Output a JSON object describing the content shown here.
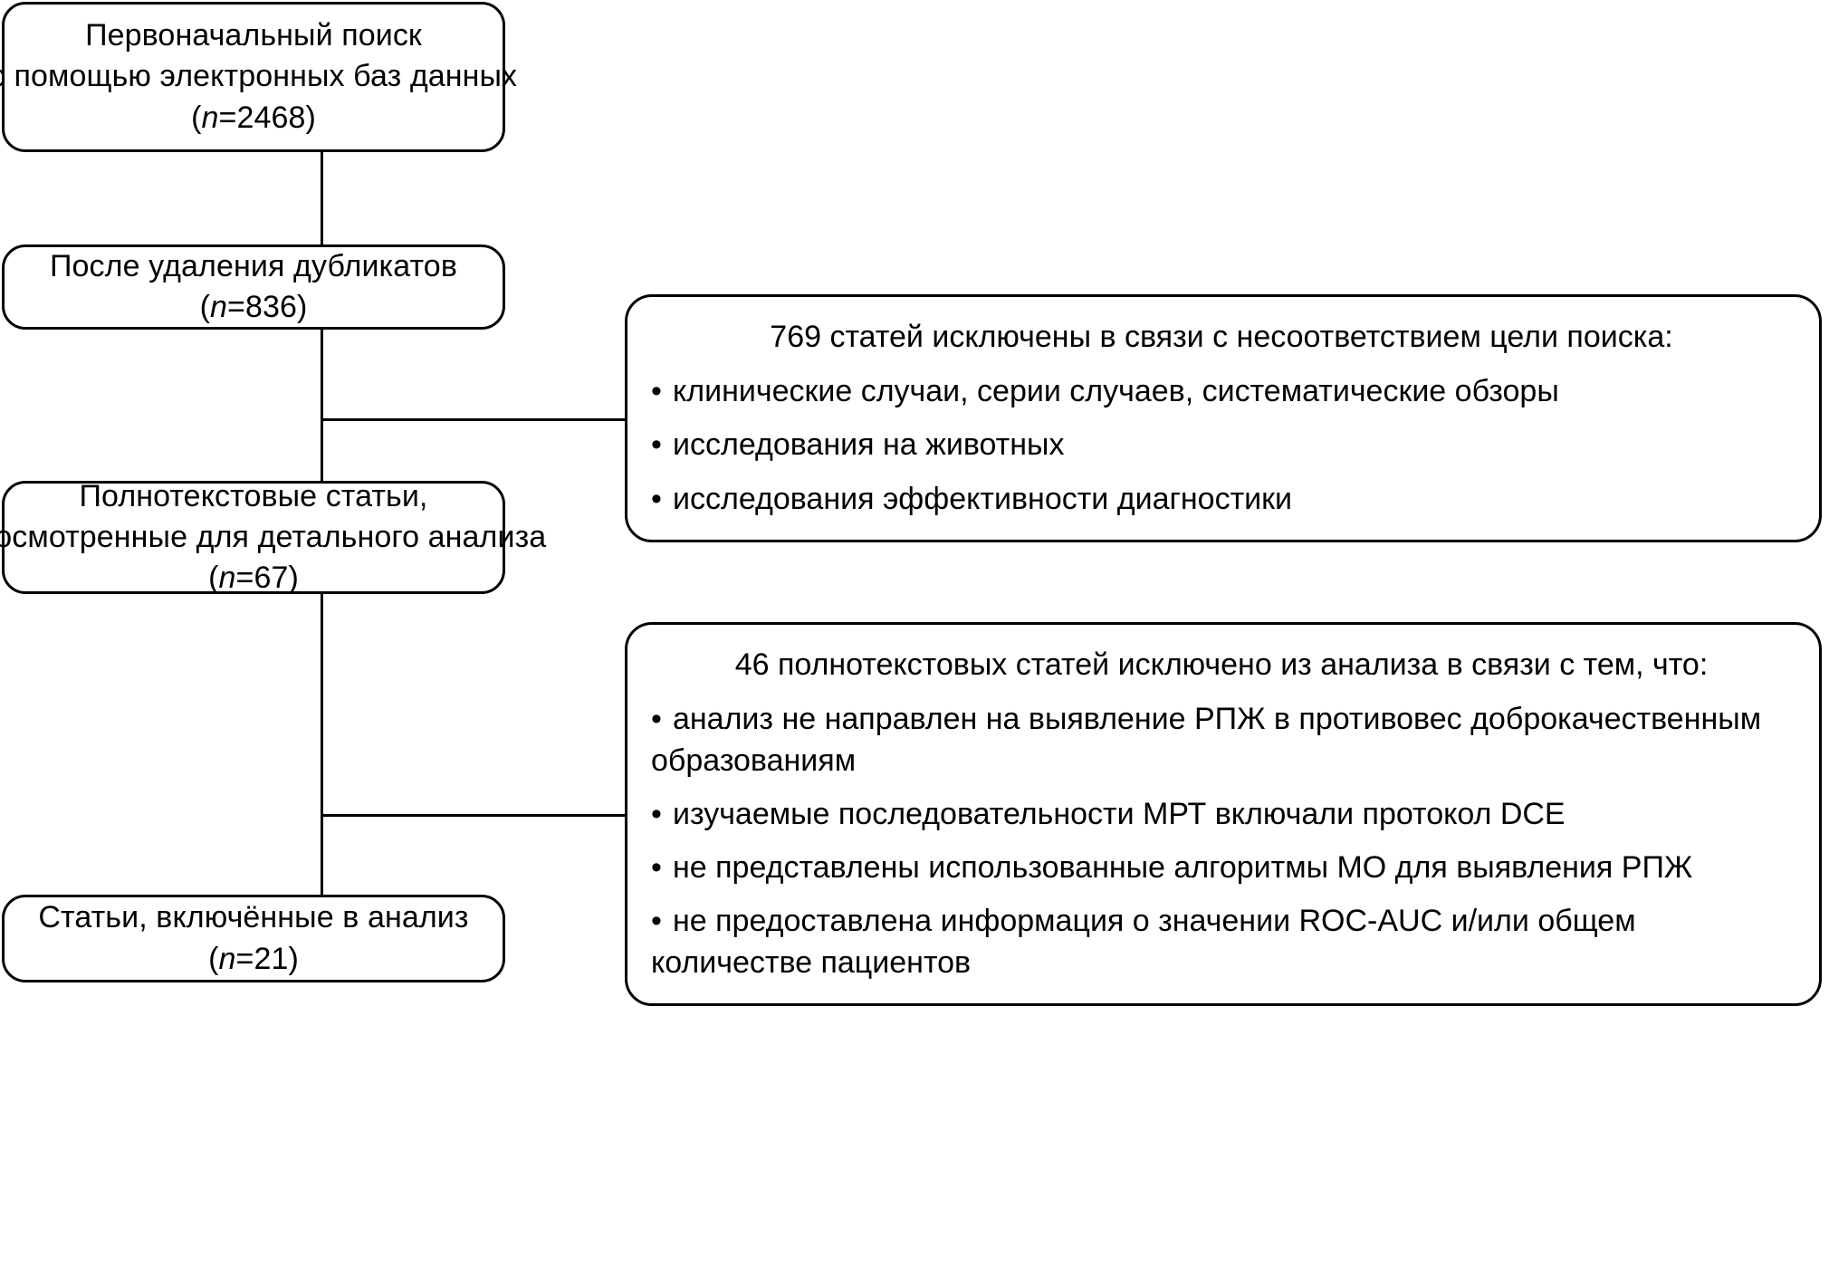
{
  "diagram": {
    "type": "prisma-flow-diagram",
    "language": "ru",
    "stroke_color": "#000000",
    "background_color": "#ffffff",
    "nodes": [
      {
        "id": "initial-search",
        "lines": [
          "Первоначальный поиск",
          "с помощью электронных баз данных"
        ],
        "count_prefix": "(",
        "count_label": "n",
        "count_value": "=2468)",
        "n_text": "(n=2468)",
        "n": 2468
      },
      {
        "id": "after-duplicates",
        "lines": [
          "После удаления дубликатов"
        ],
        "count_prefix": "(",
        "count_label": "n",
        "count_value": "=836)",
        "n_text": "(n=836)",
        "n": 836
      },
      {
        "id": "fulltext-reviewed",
        "lines": [
          "Полнотекстовые статьи,",
          "просмотренные для детального анализа"
        ],
        "count_prefix": "(",
        "count_label": "n",
        "count_value": "=67)",
        "n_text": "(n=67)",
        "n": 67
      },
      {
        "id": "included",
        "lines": [
          "Статьи, включённые в анализ"
        ],
        "count_prefix": "(",
        "count_label": "n",
        "count_value": "=21)",
        "n_text": "(n=21)",
        "n": 21
      }
    ],
    "exclusions": [
      {
        "id": "exclusion-screening",
        "heading": "769 статей исключены в связи с несоответствием цели поиска:",
        "excluded_count": 769,
        "items": [
          "клинические случаи, серии случаев, систематические обзоры",
          "исследования на животных",
          "исследования эффективности диагностики"
        ]
      },
      {
        "id": "exclusion-fulltext",
        "heading": "46 полнотекстовых статей исключено из анализа в связи с тем, что:",
        "excluded_count": 46,
        "items": [
          "анализ не направлен на выявление РПЖ в противовес доброкачественным образованиям",
          "изучаемые последовательности МРТ включали протокол DCE",
          "не представлены использованные алгоритмы МО для выявления РПЖ",
          "не предоставлена информация о значении ROC-AUC и/или общем количестве пациентов"
        ]
      }
    ],
    "bullet_glyph": "•"
  }
}
